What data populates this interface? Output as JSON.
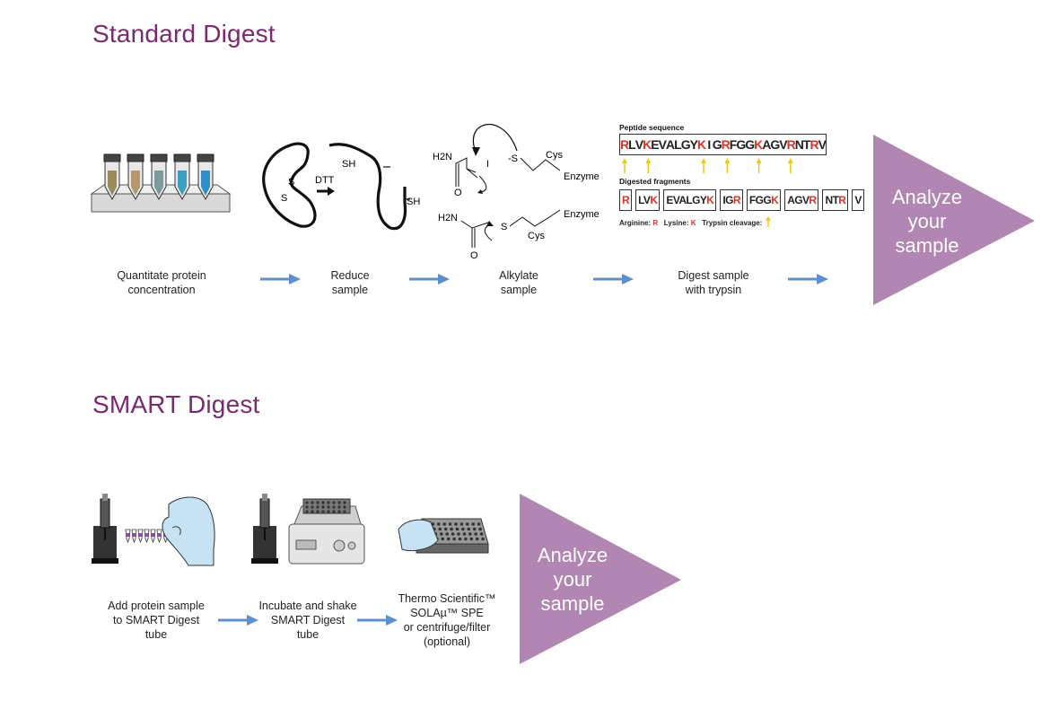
{
  "colors": {
    "title": "#7b2a6f",
    "triangle": "#b286b3",
    "arrow": "#5b8fcf",
    "red_residue": "#d8342a",
    "cleavage_arrow": "#f2c811"
  },
  "standard": {
    "title": "Standard Digest",
    "steps": [
      {
        "caption": [
          "Quantitate protein",
          "concentration"
        ],
        "icon": "vial-rack-icon"
      },
      {
        "caption": [
          "Reduce",
          "sample"
        ],
        "icon": "protein-reduction-icon"
      },
      {
        "caption": [
          "Alkylate",
          "sample"
        ],
        "icon": "alkylation-icon"
      },
      {
        "caption": [
          "Digest sample",
          "with trypsin"
        ],
        "icon": "trypsin-digest-icon"
      }
    ],
    "reduce_labels": {
      "s1": "S",
      "s2": "S",
      "dtt": "DTT",
      "sh1": "SH",
      "sh2": "SH"
    },
    "alkylate_labels": {
      "h2n_top": "H2N",
      "o_top": "O",
      "i": "I",
      "s_minus": "-S",
      "cys_top": "Cys",
      "enzyme_top": "Enzyme",
      "h2n_bottom": "H2N",
      "o_bottom": "O",
      "s_bottom": "S",
      "cys_bottom": "Cys",
      "enzyme_bottom": "Enzyme"
    },
    "digest": {
      "peptide_title": "Peptide sequence",
      "sequence": "RLVKEVALGYKIGRFGGKAGVRNTRV",
      "red_positions": [
        0,
        3,
        10,
        13,
        17,
        21,
        24
      ],
      "fragments_title": "Digested fragments",
      "fragments": [
        "R",
        "LVK",
        "EVALGYK",
        "IGR",
        "FGGK",
        "AGVR",
        "NTR",
        "V"
      ],
      "legend": {
        "arginine": "Arginine:",
        "arginine_code": "R",
        "lysine": "Lysine:",
        "lysine_code": "K",
        "cleavage": "Trypsin cleavage:"
      }
    },
    "analyze": [
      "Analyze",
      "your",
      "sample"
    ]
  },
  "smart": {
    "title": "SMART Digest",
    "steps": [
      {
        "caption": [
          "Add protein sample",
          "to SMART Digest",
          "tube"
        ],
        "icon": "pipette-tube-strip-icon"
      },
      {
        "caption": [
          "Incubate and shake",
          "SMART Digest",
          "tube"
        ],
        "icon": "thermo-shaker-icon"
      },
      {
        "caption": [
          "Thermo Scientific™",
          "SOLAµ™ SPE",
          "or centrifuge/filter",
          "(optional)"
        ],
        "icon": "spe-plate-icon"
      }
    ],
    "analyze": [
      "Analyze",
      "your",
      "sample"
    ]
  }
}
